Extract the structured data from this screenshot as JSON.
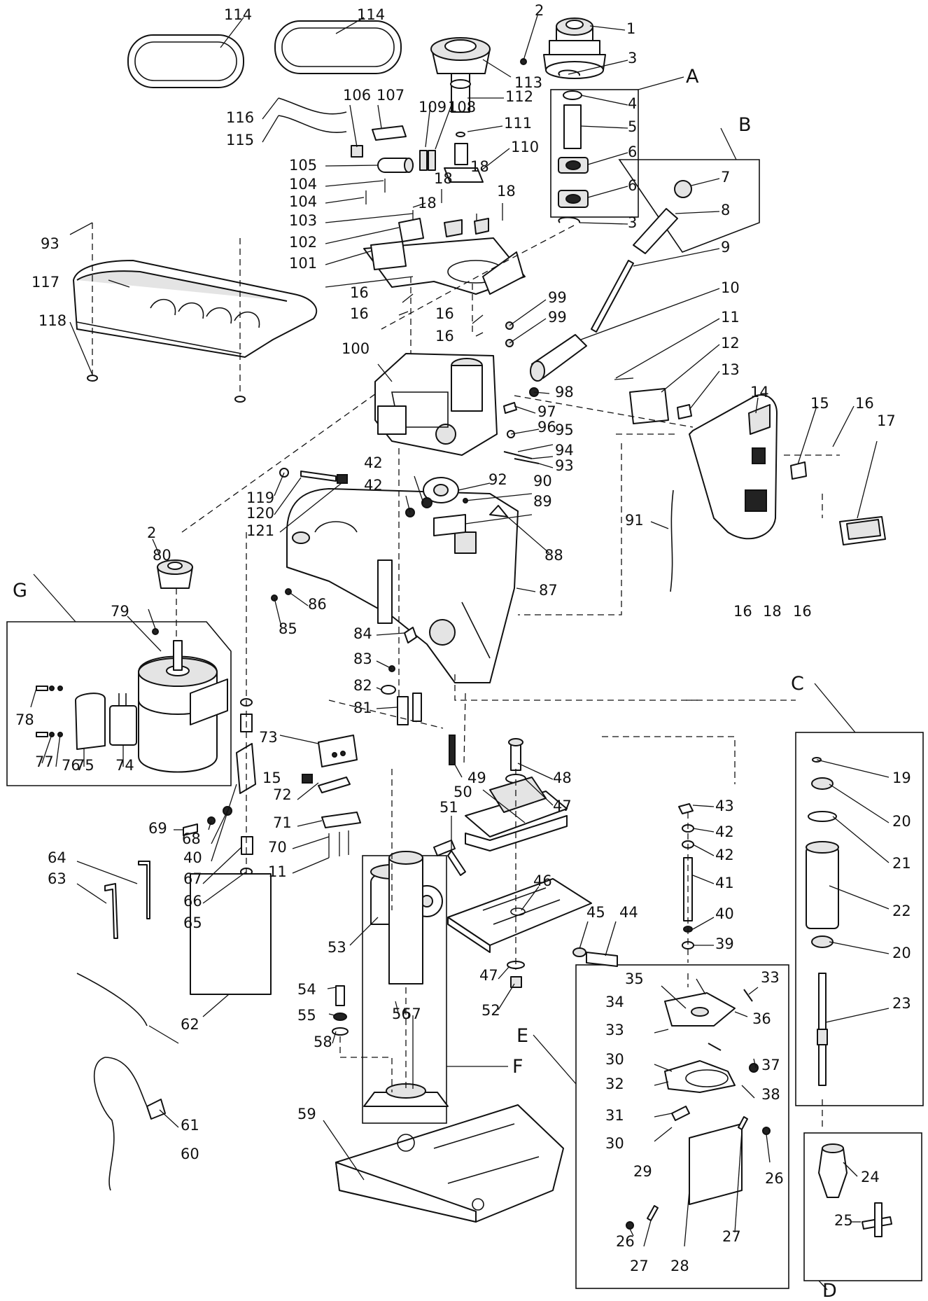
{
  "groups": [
    "A",
    "B",
    "C",
    "D",
    "E",
    "F",
    "G"
  ],
  "part_labels": [
    {
      "id": "l1",
      "text": "1"
    },
    {
      "id": "l2",
      "text": "2"
    },
    {
      "id": "l3a",
      "text": "3"
    },
    {
      "id": "l3b",
      "text": "3"
    },
    {
      "id": "l4",
      "text": "4"
    },
    {
      "id": "l5",
      "text": "5"
    },
    {
      "id": "l6a",
      "text": "6"
    },
    {
      "id": "l6b",
      "text": "6"
    },
    {
      "id": "l7",
      "text": "7"
    },
    {
      "id": "l8",
      "text": "8"
    },
    {
      "id": "l9",
      "text": "9"
    },
    {
      "id": "l10",
      "text": "10"
    },
    {
      "id": "l11a",
      "text": "11"
    },
    {
      "id": "l12",
      "text": "12"
    },
    {
      "id": "l13",
      "text": "13"
    },
    {
      "id": "l14",
      "text": "14"
    },
    {
      "id": "l15a",
      "text": "15"
    },
    {
      "id": "l16a",
      "text": "16"
    },
    {
      "id": "l17",
      "text": "17"
    },
    {
      "id": "l2b",
      "text": "2"
    },
    {
      "id": "l80",
      "text": "80"
    },
    {
      "id": "l79",
      "text": "79"
    },
    {
      "id": "l78",
      "text": "78"
    },
    {
      "id": "l77",
      "text": "77"
    },
    {
      "id": "l76",
      "text": "76"
    },
    {
      "id": "l75",
      "text": "75"
    },
    {
      "id": "l74",
      "text": "74"
    },
    {
      "id": "l114a",
      "text": "114"
    },
    {
      "id": "l114b",
      "text": "114"
    },
    {
      "id": "l113",
      "text": "113"
    },
    {
      "id": "l112",
      "text": "112"
    },
    {
      "id": "l109",
      "text": "109"
    },
    {
      "id": "l108",
      "text": "108"
    },
    {
      "id": "l111",
      "text": "111"
    },
    {
      "id": "l110",
      "text": "110"
    },
    {
      "id": "l106",
      "text": "106"
    },
    {
      "id": "l107",
      "text": "107"
    },
    {
      "id": "l116",
      "text": "116"
    },
    {
      "id": "l115",
      "text": "115"
    },
    {
      "id": "l105",
      "text": "105"
    },
    {
      "id": "l104a",
      "text": "104"
    },
    {
      "id": "l104b",
      "text": "104"
    },
    {
      "id": "l18a",
      "text": "18"
    },
    {
      "id": "l18b",
      "text": "18"
    },
    {
      "id": "l18c",
      "text": "18"
    },
    {
      "id": "l18d",
      "text": "18"
    },
    {
      "id": "l103",
      "text": "103"
    },
    {
      "id": "l102",
      "text": "102"
    },
    {
      "id": "l101",
      "text": "101"
    },
    {
      "id": "l93a",
      "text": "93"
    },
    {
      "id": "l117",
      "text": "117"
    },
    {
      "id": "l118",
      "text": "118"
    },
    {
      "id": "l16b",
      "text": "16"
    },
    {
      "id": "l16c",
      "text": "16"
    },
    {
      "id": "l16d",
      "text": "16"
    },
    {
      "id": "l16e",
      "text": "16"
    },
    {
      "id": "l99a",
      "text": "99"
    },
    {
      "id": "l99b",
      "text": "99"
    },
    {
      "id": "l100",
      "text": "100"
    },
    {
      "id": "l98",
      "text": "98"
    },
    {
      "id": "l97",
      "text": "97"
    },
    {
      "id": "l96",
      "text": "96"
    },
    {
      "id": "l95",
      "text": "95"
    },
    {
      "id": "l94",
      "text": "94"
    },
    {
      "id": "l93b",
      "text": "93"
    },
    {
      "id": "l119",
      "text": "119"
    },
    {
      "id": "l120",
      "text": "120"
    },
    {
      "id": "l121",
      "text": "121"
    },
    {
      "id": "l42a",
      "text": "42"
    },
    {
      "id": "l42b",
      "text": "42"
    },
    {
      "id": "l92",
      "text": "92"
    },
    {
      "id": "l90",
      "text": "90"
    },
    {
      "id": "l89",
      "text": "89"
    },
    {
      "id": "l88",
      "text": "88"
    },
    {
      "id": "l87",
      "text": "87"
    },
    {
      "id": "l91",
      "text": "91"
    },
    {
      "id": "l16f",
      "text": "16"
    },
    {
      "id": "l18e",
      "text": "18"
    },
    {
      "id": "l16g",
      "text": "16"
    },
    {
      "id": "l85",
      "text": "85"
    },
    {
      "id": "l86",
      "text": "86"
    },
    {
      "id": "l84",
      "text": "84"
    },
    {
      "id": "l83",
      "text": "83"
    },
    {
      "id": "l82",
      "text": "82"
    },
    {
      "id": "l81",
      "text": "81"
    },
    {
      "id": "l49",
      "text": "49"
    },
    {
      "id": "l73",
      "text": "73"
    },
    {
      "id": "l15b",
      "text": "15"
    },
    {
      "id": "l72",
      "text": "72"
    },
    {
      "id": "l71",
      "text": "71"
    },
    {
      "id": "l70",
      "text": "70"
    },
    {
      "id": "l11b",
      "text": "11"
    },
    {
      "id": "l69",
      "text": "69"
    },
    {
      "id": "l68",
      "text": "68"
    },
    {
      "id": "l40a",
      "text": "40"
    },
    {
      "id": "l67",
      "text": "67"
    },
    {
      "id": "l66",
      "text": "66"
    },
    {
      "id": "l65",
      "text": "65"
    },
    {
      "id": "l48",
      "text": "48"
    },
    {
      "id": "l47a",
      "text": "47"
    },
    {
      "id": "l50",
      "text": "50"
    },
    {
      "id": "l51",
      "text": "51"
    },
    {
      "id": "l46",
      "text": "46"
    },
    {
      "id": "l45",
      "text": "45"
    },
    {
      "id": "l44",
      "text": "44"
    },
    {
      "id": "l53",
      "text": "53"
    },
    {
      "id": "l47b",
      "text": "47"
    },
    {
      "id": "l52",
      "text": "52"
    },
    {
      "id": "l43",
      "text": "43"
    },
    {
      "id": "l42c",
      "text": "42"
    },
    {
      "id": "l42d",
      "text": "42"
    },
    {
      "id": "l41",
      "text": "41"
    },
    {
      "id": "l40b",
      "text": "40"
    },
    {
      "id": "l39",
      "text": "39"
    },
    {
      "id": "l19",
      "text": "19"
    },
    {
      "id": "l20a",
      "text": "20"
    },
    {
      "id": "l21",
      "text": "21"
    },
    {
      "id": "l22",
      "text": "22"
    },
    {
      "id": "l20b",
      "text": "20"
    },
    {
      "id": "l23",
      "text": "23"
    },
    {
      "id": "l64",
      "text": "64"
    },
    {
      "id": "l63",
      "text": "63"
    },
    {
      "id": "l62",
      "text": "62"
    },
    {
      "id": "l61",
      "text": "61"
    },
    {
      "id": "l60",
      "text": "60"
    },
    {
      "id": "l54",
      "text": "54"
    },
    {
      "id": "l55",
      "text": "55"
    },
    {
      "id": "l58",
      "text": "58"
    },
    {
      "id": "l56",
      "text": "56"
    },
    {
      "id": "l57",
      "text": "57"
    },
    {
      "id": "l59",
      "text": "59"
    },
    {
      "id": "l35",
      "text": "35"
    },
    {
      "id": "l34",
      "text": "34"
    },
    {
      "id": "l33a",
      "text": "33"
    },
    {
      "id": "l33b",
      "text": "33"
    },
    {
      "id": "l36",
      "text": "36"
    },
    {
      "id": "l30a",
      "text": "30"
    },
    {
      "id": "l32",
      "text": "32"
    },
    {
      "id": "l31",
      "text": "31"
    },
    {
      "id": "l37",
      "text": "37"
    },
    {
      "id": "l38",
      "text": "38"
    },
    {
      "id": "l30b",
      "text": "30"
    },
    {
      "id": "l29",
      "text": "29"
    },
    {
      "id": "l26a",
      "text": "26"
    },
    {
      "id": "l26b",
      "text": "26"
    },
    {
      "id": "l27a",
      "text": "27"
    },
    {
      "id": "l27b",
      "text": "27"
    },
    {
      "id": "l28",
      "text": "28"
    },
    {
      "id": "l24",
      "text": "24"
    },
    {
      "id": "l25",
      "text": "25"
    }
  ]
}
